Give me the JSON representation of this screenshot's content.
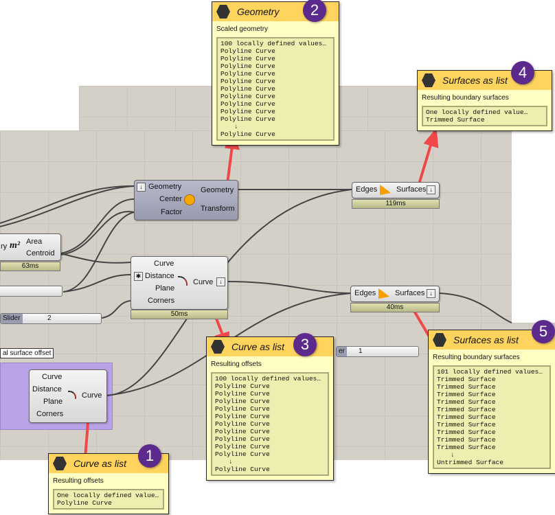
{
  "scale_node": {
    "inputs": [
      "Geometry",
      "Center",
      "Factor"
    ],
    "outputs": [
      "Geometry",
      "Transform"
    ]
  },
  "area_node": {
    "label_partial": "ry",
    "icon": "m²",
    "outputs": [
      "Area",
      "Centroid"
    ],
    "time": "63ms"
  },
  "offset_node": {
    "inputs": [
      "Curve",
      "Distance",
      "Plane",
      "Corners"
    ],
    "output": "Curve",
    "time": "50ms"
  },
  "offset_node2": {
    "inputs": [
      "Curve",
      "Distance",
      "Plane",
      "Corners"
    ],
    "output": "Curve"
  },
  "boundary_node_top": {
    "input": "Edges",
    "output": "Surfaces",
    "time": "119ms"
  },
  "boundary_node_mid": {
    "input": "Edges",
    "output": "Surfaces",
    "time": "40ms"
  },
  "slider_a": {
    "label": "Slider",
    "value": "2"
  },
  "slider_b": {
    "label": "er",
    "value": "1"
  },
  "group_label": "al surface offset",
  "tips": [
    {
      "badge": "1",
      "title": "Curve as list",
      "desc": "Resulting offsets",
      "lines": [
        "One locally defined value…",
        "Polyline Curve"
      ]
    },
    {
      "badge": "2",
      "title": "Geometry",
      "desc": "Scaled geometry",
      "lines": [
        "100 locally defined values…",
        "Polyline Curve",
        "Polyline Curve",
        "Polyline Curve",
        "Polyline Curve",
        "Polyline Curve",
        "Polyline Curve",
        "Polyline Curve",
        "Polyline Curve",
        "Polyline Curve",
        "Polyline Curve",
        "↓",
        "Polyline Curve"
      ]
    },
    {
      "badge": "3",
      "title": "Curve as list",
      "desc": "Resulting offsets",
      "lines": [
        "100 locally defined values…",
        "Polyline Curve",
        "Polyline Curve",
        "Polyline Curve",
        "Polyline Curve",
        "Polyline Curve",
        "Polyline Curve",
        "Polyline Curve",
        "Polyline Curve",
        "Polyline Curve",
        "Polyline Curve",
        "↓",
        "Polyline Curve"
      ]
    },
    {
      "badge": "4",
      "title": "Surfaces as list",
      "desc": "Resulting boundary surfaces",
      "lines": [
        "One locally defined value…",
        "Trimmed Surface"
      ]
    },
    {
      "badge": "5",
      "title": "Surfaces as list",
      "desc": "Resulting boundary surfaces",
      "lines": [
        "101 locally defined values…",
        "Trimmed Surface",
        "Trimmed Surface",
        "Trimmed Surface",
        "Trimmed Surface",
        "Trimmed Surface",
        "Trimmed Surface",
        "Trimmed Surface",
        "Trimmed Surface",
        "Trimmed Surface",
        "Trimmed Surface",
        "↓",
        "Untrimmed Surface"
      ]
    }
  ],
  "colors": {
    "canvas": "#d4d0c8",
    "tooltip_header": "#ffd45e",
    "badge": "#5c2a8c",
    "arrow": "#f04848",
    "group": "#b9a2e6"
  }
}
